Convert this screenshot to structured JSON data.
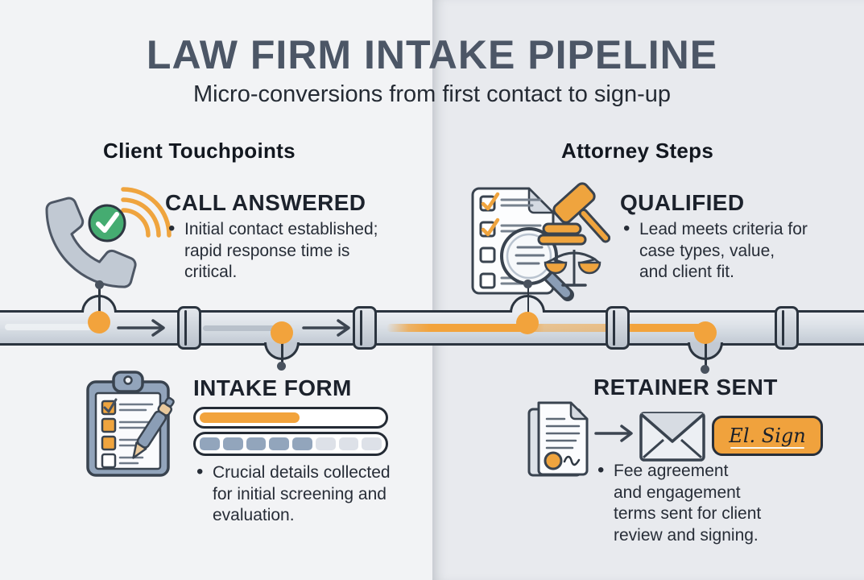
{
  "header": {
    "title": "LAW FIRM INTAKE PIPELINE",
    "subtitle": "Micro-conversions from first contact to sign-up"
  },
  "columns": {
    "left_label": "Client Touchpoints",
    "right_label": "Attorney Steps"
  },
  "steps": {
    "call_answered": {
      "title": "CALL ANSWERED",
      "description_lines": [
        "Initial contact established;",
        "rapid response time is",
        "critical."
      ],
      "icon": "phone-call-answered-icon"
    },
    "qualified": {
      "title": "QUALIFIED",
      "description_lines": [
        "Lead meets criteria for",
        "case types, value,",
        "and client fit."
      ],
      "icon": "lead-checklist-magnifier-gavel-scales-icon"
    },
    "intake_form": {
      "title": "INTAKE FORM",
      "description_lines": [
        "Crucial details collected",
        "for initial screening and",
        "evaluation."
      ],
      "icon": "clipboard-checklist-pen-icon",
      "progress_percent": 55,
      "segments_total": 8,
      "segments_filled": 5
    },
    "retainer_sent": {
      "title": "RETAINER SENT",
      "description_lines": [
        "Fee agreement",
        "and engagement",
        "terms sent for client",
        "review and signing."
      ],
      "icon": "retainer-document-envelope-esign-icon",
      "esign_label": "El. Sign"
    }
  },
  "pipeline": {
    "node_count": 4,
    "joint_count": 4,
    "flow_color": "#f2a33c"
  },
  "colors": {
    "accent_orange": "#f2a33c",
    "check_green": "#45ac71",
    "slate_outline": "#2e3742",
    "blue_gray": "#92a4bb",
    "bg_left": "#f2f3f5",
    "bg_right": "#e8eaee",
    "title": "#4c5666"
  }
}
